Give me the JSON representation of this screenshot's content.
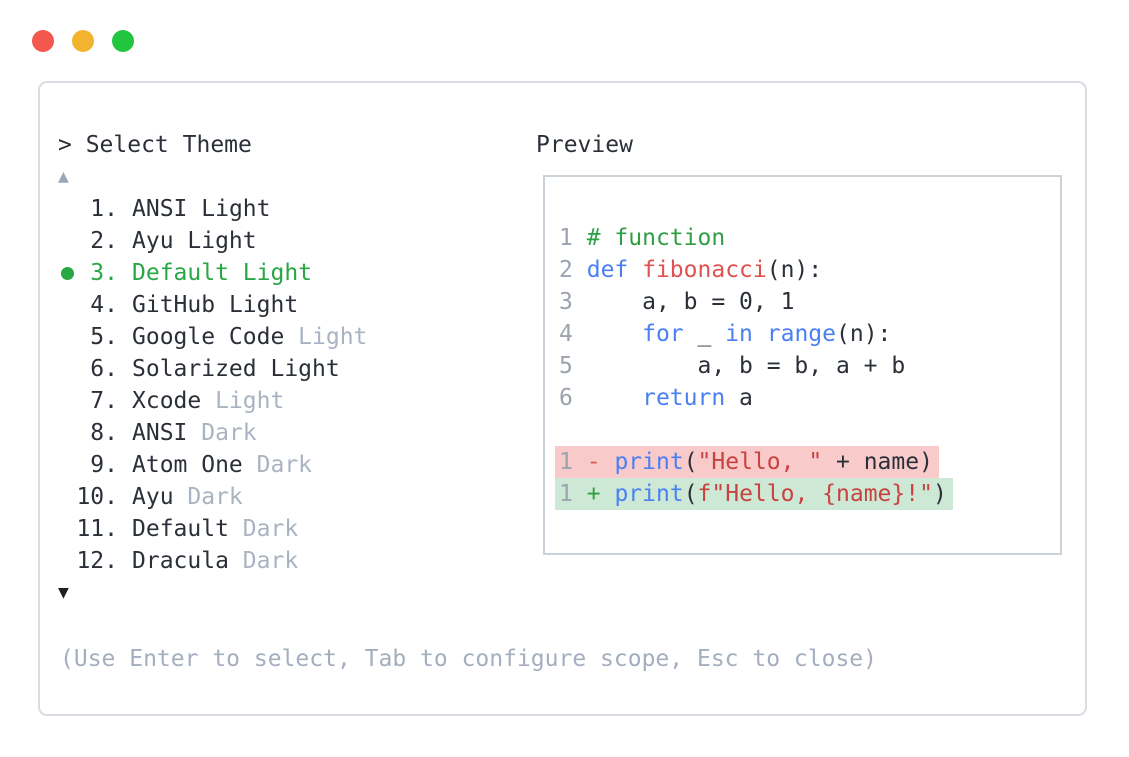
{
  "window": {
    "controls": [
      {
        "name": "close"
      },
      {
        "name": "minimize"
      },
      {
        "name": "zoom"
      }
    ]
  },
  "picker": {
    "prompt": "> Select Theme",
    "scroll_up_glyph": "▲",
    "scroll_down_glyph": "▼",
    "footer_hint": "(Use Enter to select, Tab to configure scope, Esc to close)",
    "selected_number": 3,
    "items": [
      {
        "number": "1",
        "name": "ANSI",
        "variant": "Light",
        "variant_muted": false,
        "selected": false
      },
      {
        "number": "2",
        "name": "Ayu",
        "variant": "Light",
        "variant_muted": false,
        "selected": false
      },
      {
        "number": "3",
        "name": "Default",
        "variant": "Light",
        "variant_muted": false,
        "selected": true
      },
      {
        "number": "4",
        "name": "GitHub",
        "variant": "Light",
        "variant_muted": false,
        "selected": false
      },
      {
        "number": "5",
        "name": "Google Code",
        "variant": "Light",
        "variant_muted": true,
        "selected": false
      },
      {
        "number": "6",
        "name": "Solarized",
        "variant": "Light",
        "variant_muted": false,
        "selected": false
      },
      {
        "number": "7",
        "name": "Xcode",
        "variant": "Light",
        "variant_muted": true,
        "selected": false
      },
      {
        "number": "8",
        "name": "ANSI",
        "variant": "Dark",
        "variant_muted": true,
        "selected": false
      },
      {
        "number": "9",
        "name": "Atom One",
        "variant": "Dark",
        "variant_muted": true,
        "selected": false
      },
      {
        "number": "10",
        "name": "Ayu",
        "variant": "Dark",
        "variant_muted": true,
        "selected": false
      },
      {
        "number": "11",
        "name": "Default",
        "variant": "Dark",
        "variant_muted": true,
        "selected": false
      },
      {
        "number": "12",
        "name": "Dracula",
        "variant": "Dark",
        "variant_muted": true,
        "selected": false
      }
    ]
  },
  "preview": {
    "title": "Preview",
    "code_lines": [
      {
        "ln": "1",
        "tokens": [
          [
            "comment",
            "# function"
          ]
        ]
      },
      {
        "ln": "2",
        "tokens": [
          [
            "keyword",
            "def "
          ],
          [
            "function",
            "fibonacci"
          ],
          [
            "plain",
            "(n):"
          ]
        ]
      },
      {
        "ln": "3",
        "tokens": [
          [
            "plain",
            "    a, b = 0, 1"
          ]
        ]
      },
      {
        "ln": "4",
        "tokens": [
          [
            "plain",
            "    "
          ],
          [
            "keyword",
            "for"
          ],
          [
            "plain",
            " _ "
          ],
          [
            "keyword",
            "in"
          ],
          [
            "plain",
            " "
          ],
          [
            "keyword",
            "range"
          ],
          [
            "plain",
            "(n):"
          ]
        ]
      },
      {
        "ln": "5",
        "tokens": [
          [
            "plain",
            "        a, b = b, a + b"
          ]
        ]
      },
      {
        "ln": "6",
        "tokens": [
          [
            "plain",
            "    "
          ],
          [
            "keyword",
            "return"
          ],
          [
            "plain",
            " a"
          ]
        ]
      },
      {
        "blank": true
      },
      {
        "ln": "1",
        "diff": "removed",
        "sign": "-",
        "tokens": [
          [
            "keyword",
            "print"
          ],
          [
            "plain",
            "("
          ],
          [
            "string",
            "\"Hello, \""
          ],
          [
            "plain",
            " + name)"
          ]
        ]
      },
      {
        "ln": "1",
        "diff": "added",
        "sign": "+",
        "tokens": [
          [
            "keyword",
            "print"
          ],
          [
            "plain",
            "("
          ],
          [
            "string",
            "f\"Hello, {name}!\""
          ],
          [
            "plain",
            ")"
          ]
        ]
      }
    ]
  },
  "colors": {
    "text": "#2b3038",
    "muted": "#a9b3c2",
    "green": "#28a745",
    "kw": "#4a80f2",
    "comment": "#2f9e44",
    "fn-red": "#e05252",
    "str-red": "#c8423f",
    "minus": "#e05555",
    "plus": "#2f9e44",
    "removed-bg": "#f9caca",
    "added-bg": "#cde9d6",
    "panel-border": "#d8dce3",
    "box-border": "#ccd2da",
    "lnum": "#9aa3ae",
    "arrow-up": "#9aa7ba",
    "arrow-down": "#1c1f26",
    "footer": "#a4aebe",
    "tl-red": "#f4574e",
    "tl-yellow": "#f2b42e",
    "tl-green": "#22c53e"
  }
}
